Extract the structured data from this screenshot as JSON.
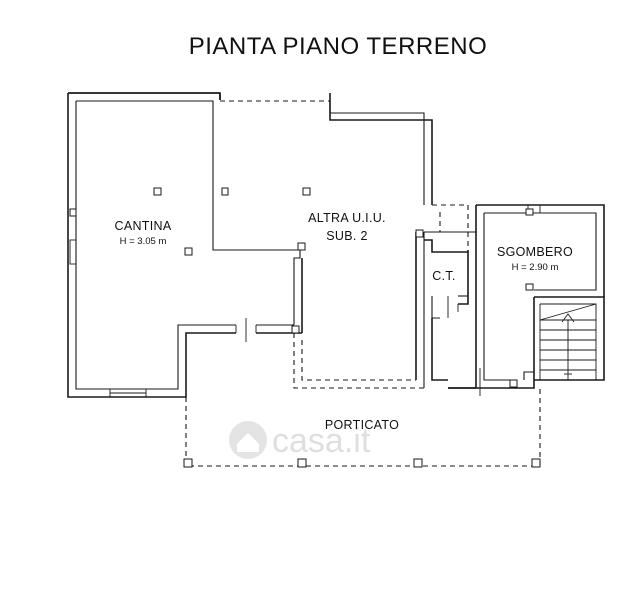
{
  "title": "PIANTA PIANO TERRENO",
  "rooms": {
    "cantina": {
      "name": "CANTINA",
      "height": "H = 3.05 m"
    },
    "altra": {
      "line1": "ALTRA U.I.U.",
      "line2": "SUB. 2"
    },
    "ct": {
      "name": "C.T."
    },
    "sgombero": {
      "name": "SGOMBERO",
      "height": "H = 2.90 m"
    },
    "porticato": {
      "name": "PORTICATO"
    }
  },
  "watermark": "casa.it"
}
